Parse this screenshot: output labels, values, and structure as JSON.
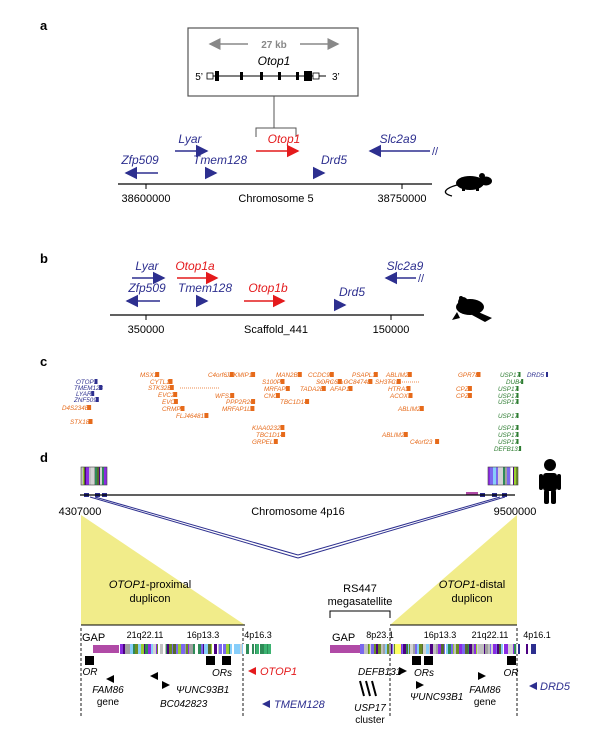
{
  "colors": {
    "blue": "#2d2f8f",
    "red": "#e41a1c",
    "orange": "#e66a1a",
    "green": "#2e7d32",
    "gray": "#888888",
    "yellow": "#f1ec8a",
    "magenta": "#b04aa6"
  },
  "panels": {
    "a": "a",
    "b": "b",
    "c": "c",
    "d": "d"
  },
  "a": {
    "span": "27 kb",
    "gene": "Otop1",
    "five": "5’",
    "three": "3’",
    "genes": {
      "lyar": "Lyar",
      "otop1": "Otop1",
      "slc2a9": "Slc2a9",
      "zfp509": "Zfp509",
      "tmem128": "Tmem128",
      "drd5": "Drd5"
    },
    "axis_left": "38600000",
    "axis_mid": "Chromosome 5",
    "axis_right": "38750000"
  },
  "b": {
    "genes": {
      "lyar": "Lyar",
      "otop1a": "Otop1a",
      "slc2a9": "Slc2a9",
      "zfp509": "Zfp509",
      "tmem128": "Tmem128",
      "otop1b": "Otop1b",
      "drd5": "Drd5"
    },
    "axis_left": "350000",
    "axis_mid": "Scaffold_441",
    "axis_right": "150000"
  },
  "c": {
    "blue_labels": [
      "OTOP1",
      "TMEM128",
      "LYAR",
      "ZNF509"
    ],
    "orange_labels": [
      "D4S234E",
      "STX18",
      "MSX1",
      "CYTL1",
      "STK32B",
      "EVC2",
      "EVC",
      "CRMP1",
      "FLJ46481",
      "C4orf6",
      "JAKMIP1",
      "WFS1",
      "PPP2R2C",
      "MRFAP1L1",
      "MAN2B2",
      "S100P",
      "MRFAP1",
      "CNO",
      "TBC1D14",
      "KIAA0232",
      "TBC1D14",
      "GRPEL1",
      "CCDC96",
      "SORCS2",
      "TADA2B",
      "PSAPL1",
      "LOC84748",
      "AFAP1",
      "ABLIM2",
      "SH3TC1",
      "HTRA3",
      "ACOX3",
      "ABLIM2",
      "ABLIM2",
      "C4orf23",
      "GPR78",
      "CPZ",
      "CPZ"
    ],
    "green_labels": [
      "USP17",
      "DUB4",
      "USP17",
      "USP17",
      "USP17",
      "USP17",
      "USP17",
      "USP17",
      "USP17",
      "DEFB131"
    ],
    "drd5": "DRD5"
  },
  "d": {
    "axis_left": "4307000",
    "axis_mid": "Chromosome 4p16",
    "axis_right": "9500000",
    "proximal": [
      "OTOP1",
      "-proximal",
      "duplicon"
    ],
    "distal": [
      "OTOP1",
      "-distal",
      "duplicon"
    ],
    "rs447": [
      "RS447",
      "megasatellite"
    ],
    "left_bands": [
      "GAP",
      "21q22.11",
      "16p13.3",
      "4p16.3"
    ],
    "right_bands": [
      "GAP",
      "8p23.1",
      "16p13.3",
      "21q22.11",
      "4p16.1"
    ],
    "left_labels": {
      "or": "OR",
      "fam86": "FAM86",
      "gene": "gene",
      "unc": "ΨUNC93B1",
      "bc": "BC042823",
      "ors": "ORs",
      "otop1": "OTOP1",
      "tmem128": "TMEM128"
    },
    "right_labels": {
      "defb": "DEFB131",
      "usp": "USP17",
      "cluster": "cluster",
      "ors": "ORs",
      "unc": "ΨUNC93B1",
      "fam86": "FAM86",
      "gene": "gene",
      "or": "OR",
      "drd5": "DRD5"
    }
  }
}
